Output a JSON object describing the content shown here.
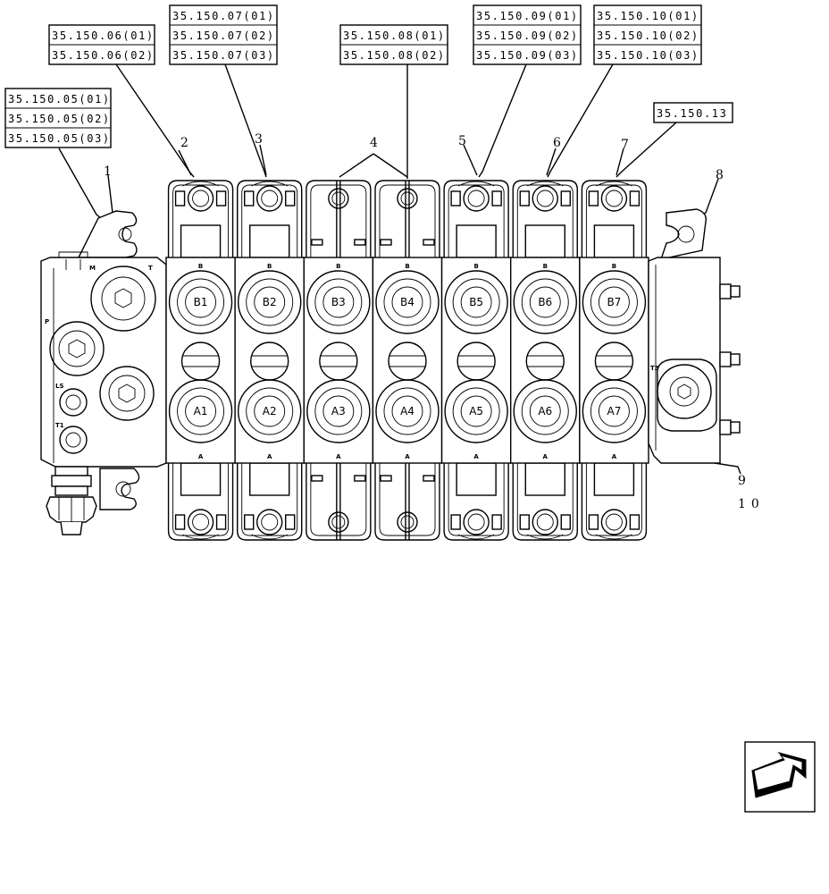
{
  "references": {
    "group1": [
      "35.150.05(01)",
      "35.150.05(02)",
      "35.150.05(03)"
    ],
    "group2": [
      "35.150.06(01)",
      "35.150.06(02)"
    ],
    "group3": [
      "35.150.07(01)",
      "35.150.07(02)",
      "35.150.07(03)"
    ],
    "group4": [
      "35.150.08(01)",
      "35.150.08(02)"
    ],
    "group5": [
      "35.150.09(01)",
      "35.150.09(02)",
      "35.150.09(03)"
    ],
    "group6": [
      "35.150.10(01)",
      "35.150.10(02)",
      "35.150.10(03)"
    ],
    "group7": [
      "35.150.13"
    ]
  },
  "callouts": [
    "1",
    "2",
    "3",
    "4",
    "5",
    "6",
    "7",
    "8",
    "9",
    "10"
  ],
  "inlet_labels": {
    "tank": "T",
    "gauge": "M",
    "pressure": "P",
    "load_sense": "LS",
    "tank_1": "T1"
  },
  "end_label": "T3",
  "sections": [
    {
      "b_port": "B1",
      "a_port": "A1",
      "top": "B",
      "bottom": "A"
    },
    {
      "b_port": "B2",
      "a_port": "A2",
      "top": "B",
      "bottom": "A"
    },
    {
      "b_port": "B3",
      "a_port": "A3",
      "top": "B",
      "bottom": "A"
    },
    {
      "b_port": "B4",
      "a_port": "A4",
      "top": "B",
      "bottom": "A"
    },
    {
      "b_port": "B5",
      "a_port": "A5",
      "top": "B",
      "bottom": "A"
    },
    {
      "b_port": "B6",
      "a_port": "A6",
      "top": "B",
      "bottom": "A"
    },
    {
      "b_port": "B7",
      "a_port": "A7",
      "top": "B",
      "bottom": "A"
    }
  ],
  "nav_icon": "arrow-icon"
}
